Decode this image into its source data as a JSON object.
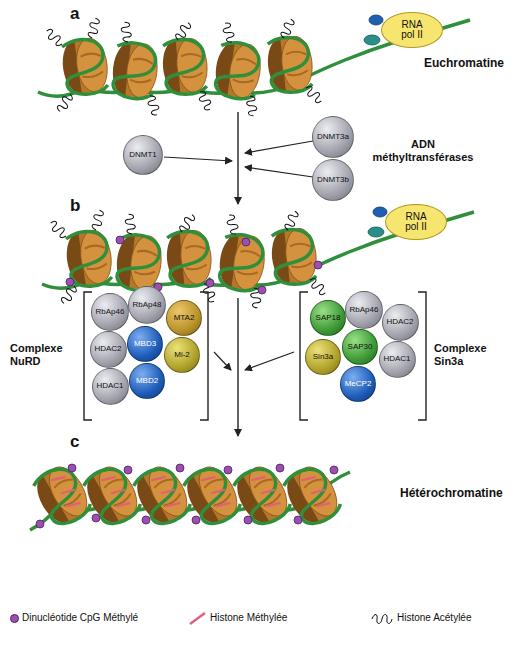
{
  "diagram": {
    "nodes": [
      {
        "text": [
          "RNA pol II"
        ]
      },
      {
        "text": [
          "DNMT1"
        ]
      },
      {
        "text": [
          "DNMT3a"
        ]
      },
      {
        "text": [
          "DNMT3b"
        ]
      },
      {
        "text": [
          "RNA pol II"
        ]
      },
      {
        "text": [
          "RbAp46"
        ]
      },
      {
        "text": [
          "RbAp48"
        ]
      },
      {
        "text": [
          "MTA2"
        ]
      },
      {
        "text": [
          "HDAC2"
        ]
      },
      {
        "text": [
          "MBD3"
        ]
      },
      {
        "text": [
          "Mi-2"
        ]
      },
      {
        "text": [
          "HDAC1"
        ]
      },
      {
        "text": [
          "MBD2"
        ]
      },
      {
        "text": [
          "SAP18"
        ]
      },
      {
        "text": [
          "RbAp46"
        ]
      },
      {
        "text": [
          "HDAC2"
        ]
      },
      {
        "text": [
          "SAP30"
        ]
      },
      {
        "text": [
          "Sin3a"
        ]
      },
      {
        "text": [
          "HDAC1"
        ]
      },
      {
        "text": [
          "MeCP2"
        ]
      }
    ],
    "labels": [
      "a",
      "Euchromatine",
      "ADN méthyltransférases",
      "b",
      "Complexe NuRD",
      "Complexe Sin3a",
      "c",
      "Hétérochromatine"
    ],
    "legend": [
      {
        "text": "Dinucléotide CpG Méthylé",
        "color": "#9b4fb0"
      },
      {
        "text": "Histone Méthylée"
      },
      {
        "text": "Histone Acétylée"
      }
    ]
  }
}
